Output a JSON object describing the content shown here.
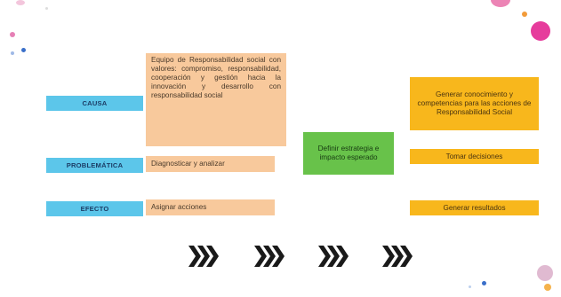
{
  "labels": {
    "causa": "CAUSA",
    "problematica": "PROBLEMÁTICA",
    "efecto": "EFECTO"
  },
  "middle": {
    "causa_text": "Equipo de Responsabilidad social con valores: compromiso, responsabilidad, cooperación y gestión hacia la innovación y desarrollo con responsabilidad social",
    "problematica_text": "Diagnosticar y analizar",
    "efecto_text": "Asignar acciones"
  },
  "strategy": {
    "text": "Definir estrategia e impacto esperado"
  },
  "right": {
    "causa_text": "Generar conocimiento y competencias para las acciones de Responsabilidad Social",
    "problematica_text": "Tomar decisiones",
    "efecto_text": "Generar resultados"
  },
  "arrows": {
    "count": 4,
    "glyph": "❯❯❯",
    "color": "#1a1a1a"
  },
  "colors": {
    "label_bg": "#5cc6ea",
    "peach_bg": "#f8c99c",
    "green_bg": "#68c24a",
    "orange_bg": "#f8b71c"
  }
}
